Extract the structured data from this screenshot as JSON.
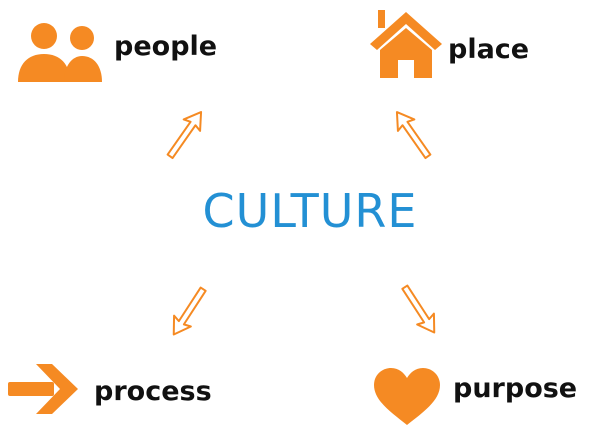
{
  "center": {
    "text": "CULTURE",
    "color": "#2390d4"
  },
  "accent_color": "#f58a23",
  "nodes": {
    "people": {
      "label": "people",
      "icon": "people-icon"
    },
    "place": {
      "label": "place",
      "icon": "house-icon"
    },
    "process": {
      "label": "process",
      "icon": "arrow-right-icon"
    },
    "purpose": {
      "label": "purpose",
      "icon": "heart-icon"
    }
  }
}
